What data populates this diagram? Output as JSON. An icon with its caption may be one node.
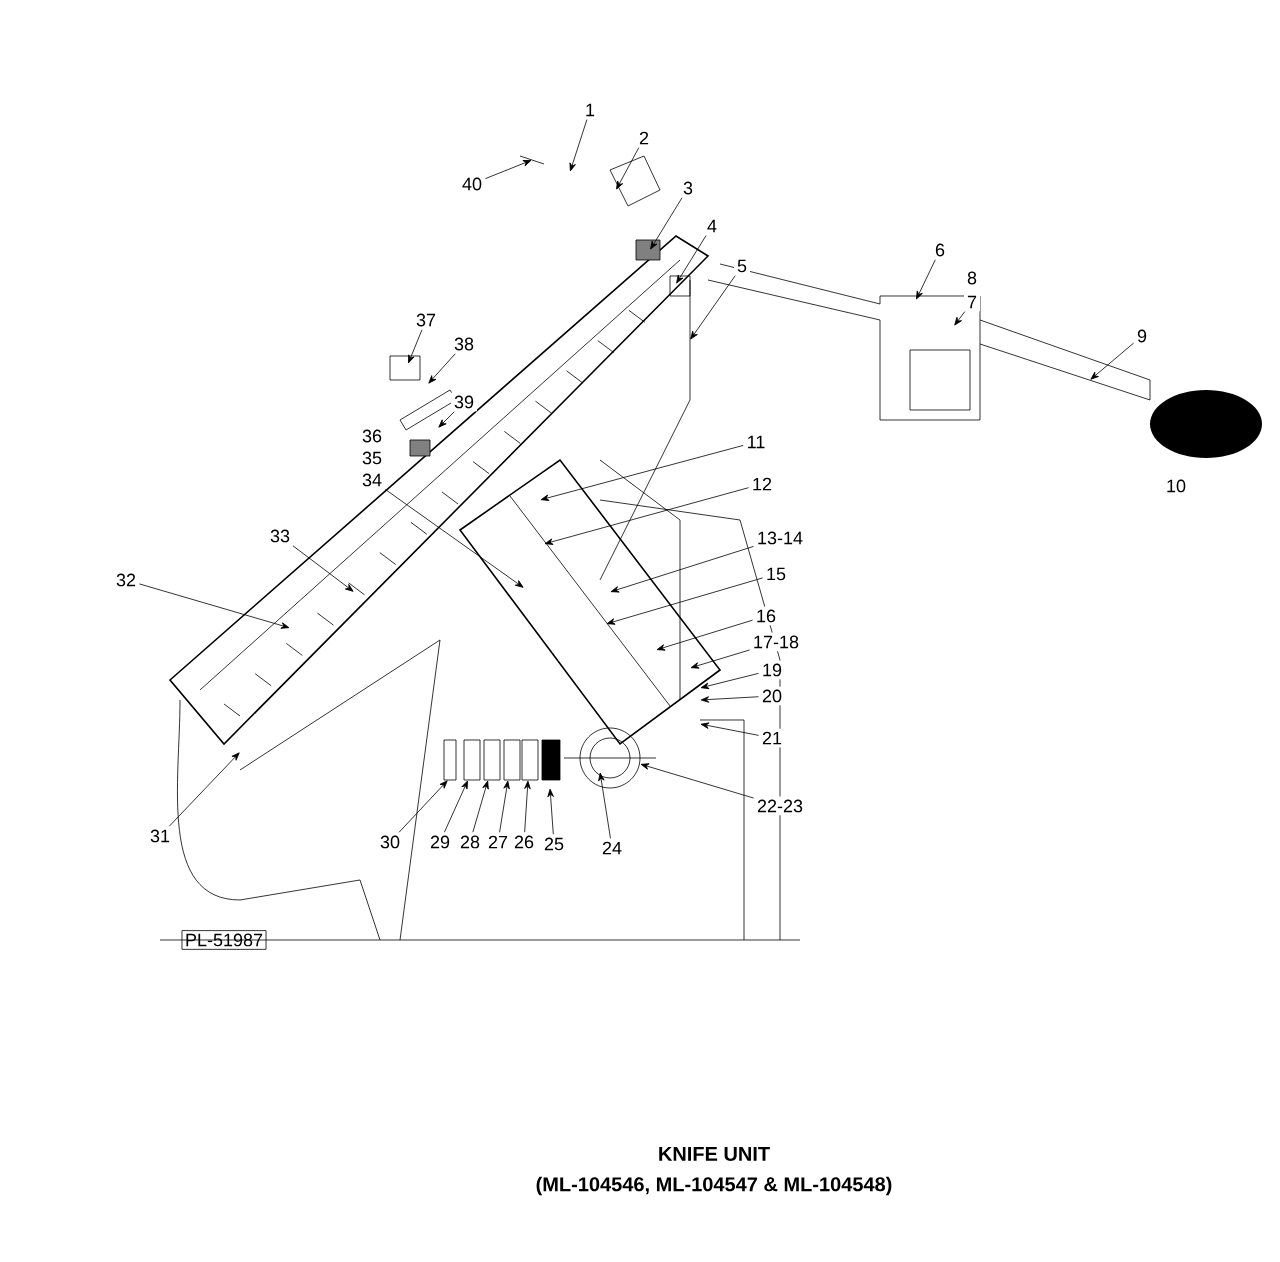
{
  "diagram": {
    "title": "KNIFE UNIT",
    "caption": "(ML-104546, ML-104547 & ML-104548)",
    "nodes": [
      {
        "text": [
          "1"
        ]
      },
      {
        "text": [
          "2"
        ]
      },
      {
        "text": [
          "3"
        ]
      },
      {
        "text": [
          "4"
        ]
      },
      {
        "text": [
          "5"
        ]
      },
      {
        "text": [
          "6"
        ]
      },
      {
        "text": [
          "8"
        ]
      },
      {
        "text": [
          "7"
        ]
      },
      {
        "text": [
          "9"
        ]
      },
      {
        "text": [
          "10"
        ]
      },
      {
        "text": [
          "11"
        ]
      },
      {
        "text": [
          "12"
        ]
      },
      {
        "text": [
          "13-14"
        ]
      },
      {
        "text": [
          "15"
        ]
      },
      {
        "text": [
          "16"
        ]
      },
      {
        "text": [
          "17-18"
        ]
      },
      {
        "text": [
          "19"
        ]
      },
      {
        "text": [
          "20"
        ]
      },
      {
        "text": [
          "21"
        ]
      },
      {
        "text": [
          "22-23"
        ]
      },
      {
        "text": [
          "24"
        ]
      },
      {
        "text": [
          "25"
        ]
      },
      {
        "text": [
          "26"
        ]
      },
      {
        "text": [
          "27"
        ]
      },
      {
        "text": [
          "28"
        ]
      },
      {
        "text": [
          "29"
        ]
      },
      {
        "text": [
          "30"
        ]
      },
      {
        "text": [
          "31"
        ]
      },
      {
        "text": [
          "32"
        ]
      },
      {
        "text": [
          "33"
        ]
      },
      {
        "text": [
          "34"
        ]
      },
      {
        "text": [
          "35"
        ]
      },
      {
        "text": [
          "36"
        ]
      },
      {
        "text": [
          "37"
        ]
      },
      {
        "text": [
          "38"
        ]
      },
      {
        "text": [
          "39"
        ]
      },
      {
        "text": [
          "40"
        ]
      }
    ],
    "edges": [
      {
        "from": 0,
        "to": null,
        "arrow": "to"
      },
      {
        "from": 1,
        "to": null,
        "arrow": "to"
      },
      {
        "from": 2,
        "to": null,
        "arrow": "to"
      },
      {
        "from": 3,
        "to": null,
        "arrow": "to"
      },
      {
        "from": 4,
        "to": null,
        "arrow": "to"
      },
      {
        "from": 5,
        "to": null,
        "arrow": "to"
      },
      {
        "from": 7,
        "to": null,
        "arrow": "to"
      },
      {
        "from": 8,
        "to": null,
        "arrow": "to"
      },
      {
        "from": 10,
        "to": null,
        "arrow": "to"
      },
      {
        "from": 11,
        "to": null,
        "arrow": "to"
      },
      {
        "from": 12,
        "to": null,
        "arrow": "to"
      },
      {
        "from": 13,
        "to": null,
        "arrow": "to"
      },
      {
        "from": 14,
        "to": null,
        "arrow": "to"
      },
      {
        "from": 15,
        "to": null,
        "arrow": "to"
      },
      {
        "from": 16,
        "to": null,
        "arrow": "to"
      },
      {
        "from": 17,
        "to": null,
        "arrow": "to"
      },
      {
        "from": 18,
        "to": null,
        "arrow": "to"
      },
      {
        "from": 19,
        "to": null,
        "arrow": "to"
      },
      {
        "from": 20,
        "to": null,
        "arrow": "to"
      },
      {
        "from": 21,
        "to": null,
        "arrow": "to"
      },
      {
        "from": 22,
        "to": null,
        "arrow": "to"
      },
      {
        "from": 23,
        "to": null,
        "arrow": "to"
      },
      {
        "from": 24,
        "to": null,
        "arrow": "to"
      },
      {
        "from": 25,
        "to": null,
        "arrow": "to"
      },
      {
        "from": 26,
        "to": null,
        "arrow": "to"
      },
      {
        "from": 27,
        "to": null,
        "arrow": "to"
      },
      {
        "from": 28,
        "to": null,
        "arrow": "to"
      },
      {
        "from": 29,
        "to": null,
        "arrow": "to"
      },
      {
        "from": 30,
        "to": null,
        "arrow": "to"
      },
      {
        "from": 33,
        "to": null,
        "arrow": "to"
      },
      {
        "from": 34,
        "to": null,
        "arrow": "to"
      },
      {
        "from": 35,
        "to": null,
        "arrow": "to"
      },
      {
        "from": 36,
        "to": null,
        "arrow": "to"
      }
    ],
    "labels": [
      "PL-51987"
    ]
  }
}
